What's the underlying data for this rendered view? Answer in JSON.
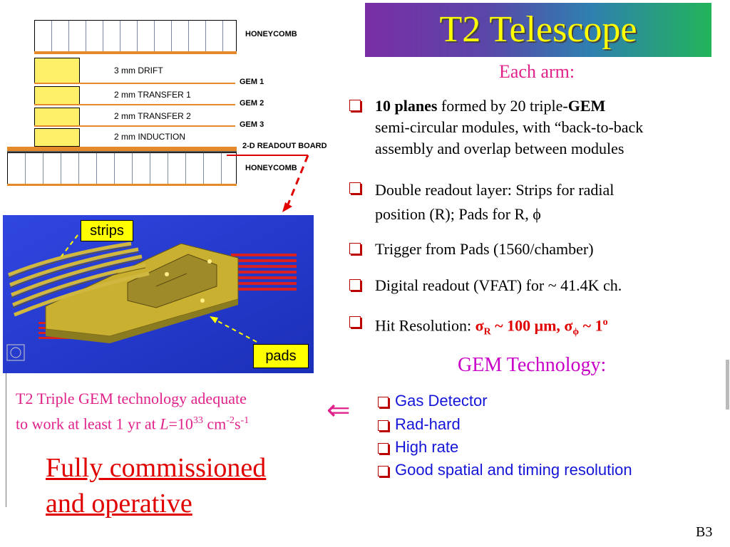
{
  "title": "T2 Telescope",
  "each_arm": "Each arm:",
  "bullets": {
    "b1": {
      "bold": "10 planes",
      "rest1": " formed by 20 triple-",
      "bold2": "GEM",
      "line2": "semi-circular modules, with “back-to-back",
      "line3": "assembly and overlap between modules"
    },
    "b2": {
      "line1": "Double readout layer: Strips for radial",
      "line2": "position (R); Pads for R, ϕ"
    },
    "b3": "Trigger from Pads (1560/chamber)",
    "b4": "Digital readout (VFAT) for ~ 41.4K ch.",
    "b5": {
      "prefix": "Hit Resolution: ",
      "sigma": "σ",
      "sub_r": "R",
      "mid": " ~ 100 μm, ",
      "sigma2": "σ",
      "sub_phi": "ϕ",
      "end": " ~ 1",
      "sup": "o"
    }
  },
  "gem_technology": {
    "heading": "GEM Technology:",
    "items": [
      "Gas Detector",
      "Rad-hard",
      "High rate",
      "Good spatial and timing resolution"
    ]
  },
  "caption": {
    "line1": "T2 Triple GEM technology adequate",
    "line2_a": "to work at least 1 yr at ",
    "lum": "L",
    "line2_b": "=10",
    "exp33": "33",
    "line2_c": " cm",
    "exp_m2": "-2",
    "line2_d": "s",
    "exp_m1": "-1"
  },
  "arrow_symbol": "⇐",
  "fully": {
    "line1": "Fully commissioned",
    "line2": "and operative"
  },
  "slide_number": "B3",
  "diagram_labels": {
    "honeycomb_top": "HONEYCOMB",
    "drift": "3 mm DRIFT",
    "gem1": "GEM 1",
    "transfer1": "2 mm TRANSFER 1",
    "gem2": "GEM 2",
    "transfer2": "2 mm TRANSFER 2",
    "gem3": "GEM 3",
    "induction": "2 mm INDUCTION",
    "readout_board": "2-D READOUT BOARD",
    "honeycomb_bottom": "HONEYCOMB"
  },
  "photo_labels": {
    "strips": "strips",
    "pads": "pads"
  },
  "colors": {
    "title_text": "#ffff00",
    "pink": "#e0218a",
    "red": "#e00000",
    "blue": "#1515d8",
    "photo_bg": "#2a3dd8",
    "gold": "#c9b030"
  }
}
